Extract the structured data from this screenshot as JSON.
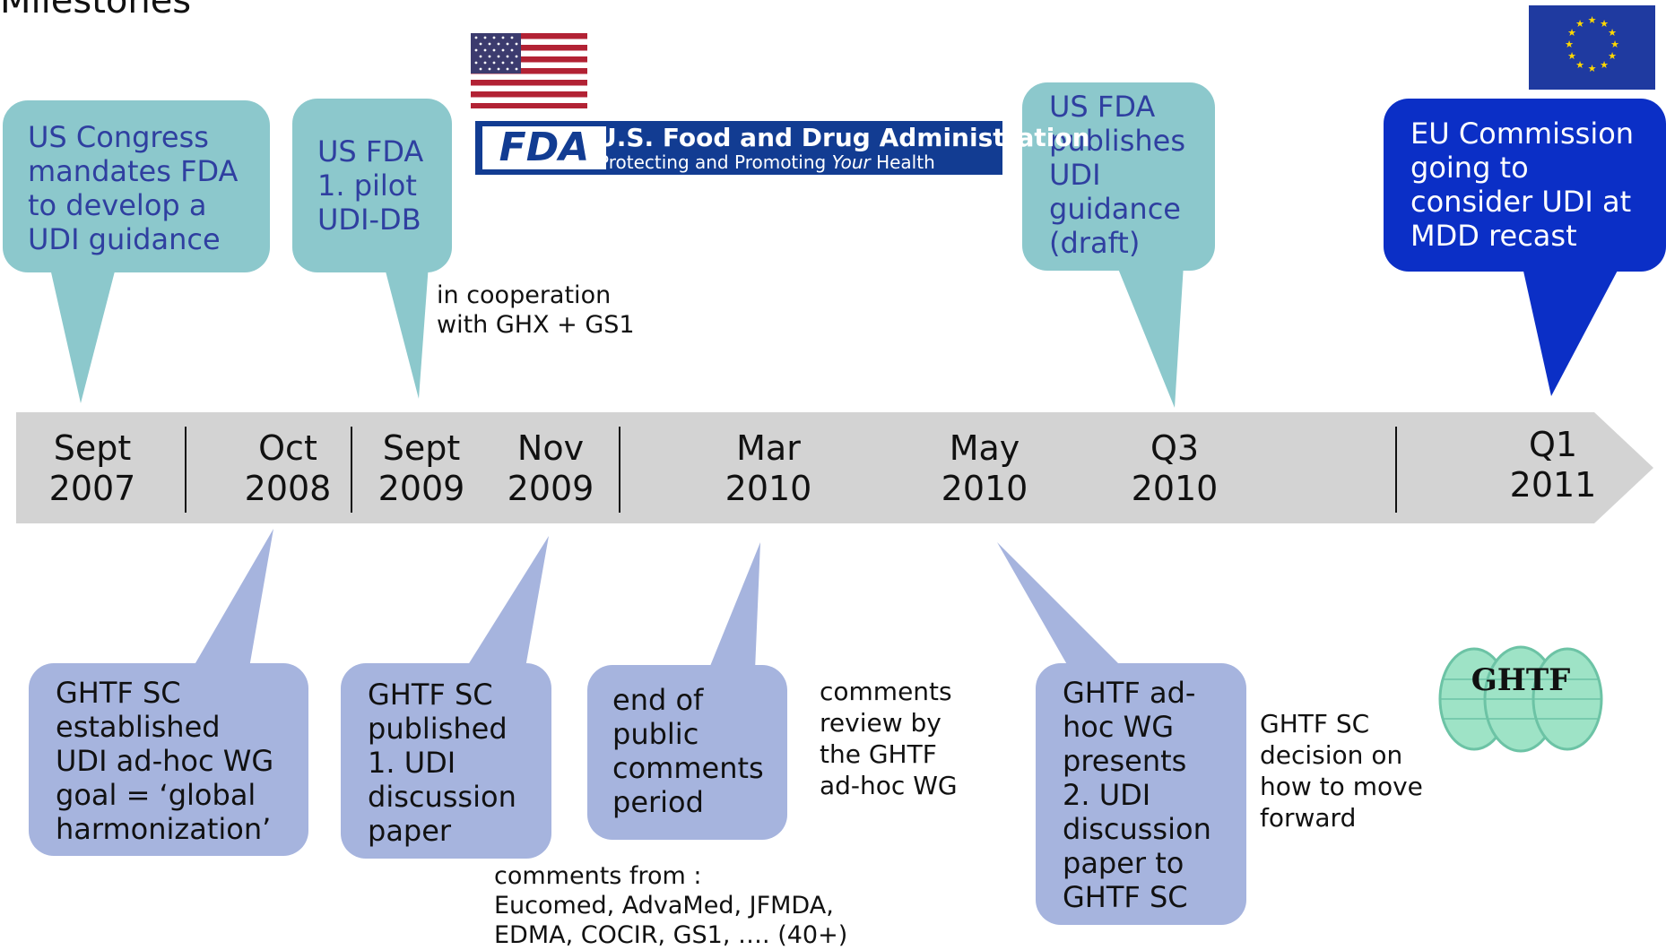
{
  "title": "Milestones",
  "timeline": {
    "dates": [
      {
        "label": "Sept\n2007"
      },
      {
        "label": "Oct\n2008"
      },
      {
        "label": "Sept\n2009"
      },
      {
        "label": "Nov\n2009"
      },
      {
        "label": "Mar\n2010"
      },
      {
        "label": "May\n2010"
      },
      {
        "label": "Q3\n2010"
      },
      {
        "label": "Q1\n2011"
      }
    ]
  },
  "callouts_top": [
    {
      "text": "US Congress\nmandates FDA\nto develop a\nUDI guidance",
      "style": "teal"
    },
    {
      "text": "US FDA\n1. pilot\nUDI-DB",
      "style": "teal"
    },
    {
      "text": "US FDA\npublishes\nUDI\nguidance\n(draft)",
      "style": "teal"
    },
    {
      "text": "EU Commission\ngoing to\nconsider UDI at\nMDD recast",
      "style": "blue"
    }
  ],
  "callouts_bottom": [
    {
      "text": "GHTF SC\nestablished\nUDI ad-hoc WG\ngoal = ‘global\nharmonization’",
      "style": "lavender"
    },
    {
      "text": "GHTF SC\npublished\n1. UDI\ndiscussion\npaper",
      "style": "lavender"
    },
    {
      "text": "end of\npublic\ncomments\nperiod",
      "style": "lavender"
    },
    {
      "text": "GHTF ad-\nhoc WG\npresents\n2. UDI\ndiscussion\npaper to\nGHTF SC",
      "style": "lavender"
    }
  ],
  "notes": [
    {
      "text": "in cooperation\nwith GHX + GS1"
    },
    {
      "text": "comments\nreview  by\nthe GHTF\nad-hoc WG"
    },
    {
      "text": "comments from :\nEucomed, AdvaMed, JFMDA,\nEDMA, COCIR, GS1, …. (40+)"
    },
    {
      "text": "GHTF SC\ndecision on\nhow to move\nforward"
    }
  ],
  "logos": {
    "fda_mark": "FDA",
    "fda_name": "U.S. Food and Drug Administration",
    "fda_tagline_1": "Protecting and Promoting ",
    "fda_tagline_2": "Your",
    "fda_tagline_3": " Health",
    "ghtf": "GHTF",
    "us_flag": "us-flag",
    "eu_flag": "eu-flag"
  },
  "colors": {
    "teal": "#8cc8cc",
    "lavender": "#a6b4de",
    "eu_blue": "#0b2fc6",
    "band": "#d3d3d3",
    "text_blue": "#2f3fa0"
  }
}
